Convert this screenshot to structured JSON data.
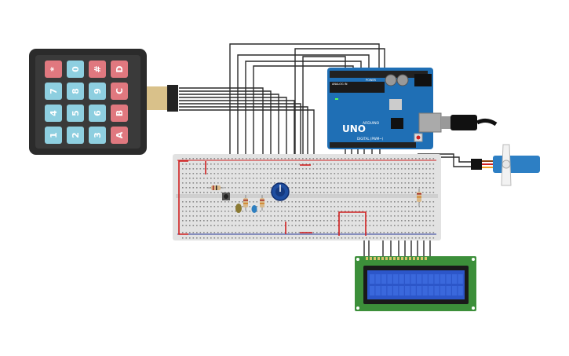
{
  "keypad": {
    "rows": [
      [
        "1",
        "4",
        "7",
        "*"
      ],
      [
        "2",
        "5",
        "8",
        "0"
      ],
      [
        "3",
        "6",
        "9",
        "#"
      ],
      [
        "A",
        "B",
        "C",
        "D"
      ]
    ],
    "colors": {
      "digit": "#8ecfe0",
      "function": "#e0787f",
      "body": "#2b2b2b"
    }
  },
  "arduino": {
    "logo": "UNO",
    "brand": "ARDUINO",
    "label_digital": "DIGITAL (PWM~)",
    "label_analog": "ANALOG IN",
    "label_power": "POWER",
    "colors": {
      "board": "#1f6fb5",
      "header": "#222222"
    }
  },
  "lcd": {
    "colors": {
      "pcb": "#3c8f3a",
      "screen": "#2c56c9",
      "bezel": "#1a1a1a"
    }
  },
  "breadboard": {
    "colors": {
      "body": "#e2e2e2",
      "rail_red": "#d02020",
      "rail_blue": "#2a3a9a"
    }
  },
  "wire_color": "#2a2a2a"
}
